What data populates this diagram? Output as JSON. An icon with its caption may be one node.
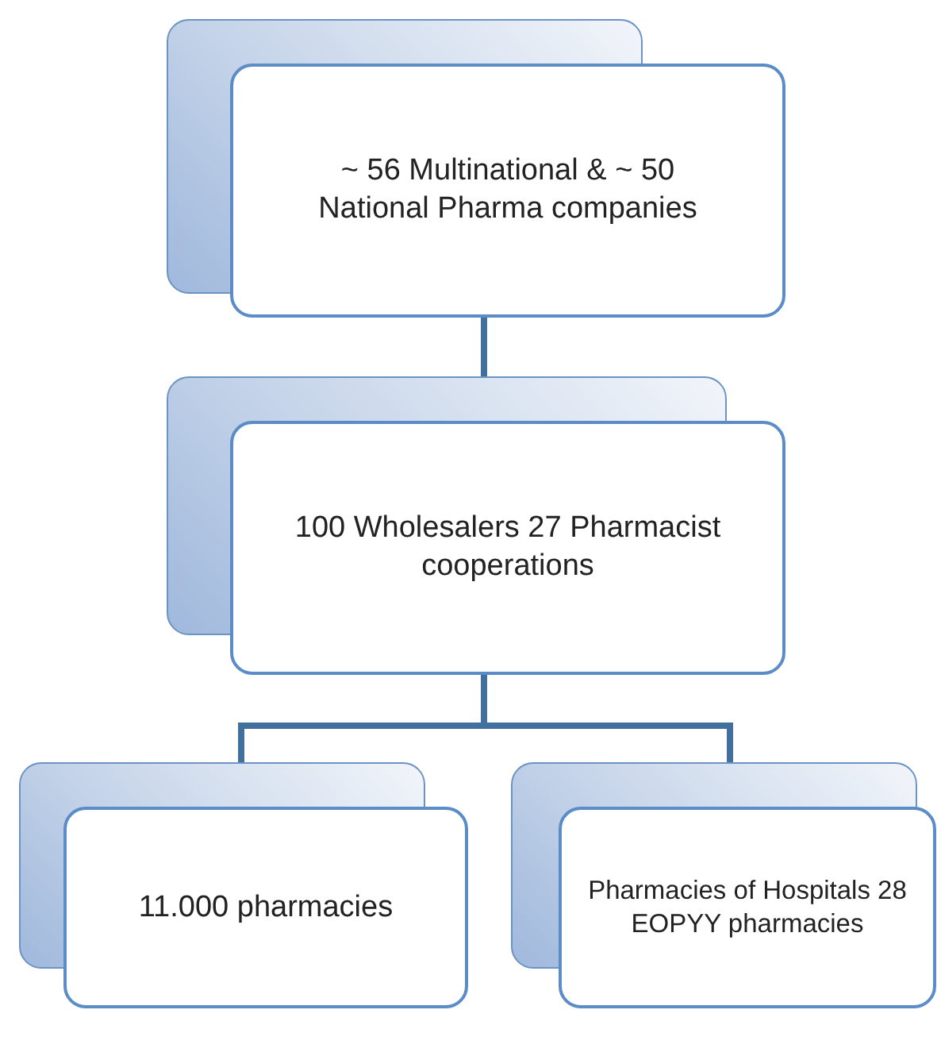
{
  "diagram": {
    "nodes": [
      {
        "text": [
          "~ 56 Multinational & ~ 50 National Pharma companies"
        ]
      },
      {
        "text": [
          "100 Wholesalers 27 Pharmacist cooperations"
        ]
      },
      {
        "text": [
          "11.000 pharmacies"
        ]
      },
      {
        "text": [
          "Pharmacies of Hospitals 28 EOPYY pharmacies"
        ]
      }
    ],
    "edges": [
      {
        "from": 0,
        "to": 1,
        "arrow": "none"
      },
      {
        "from": 1,
        "to": 2,
        "arrow": "none"
      },
      {
        "from": 1,
        "to": 3,
        "arrow": "none"
      }
    ]
  }
}
